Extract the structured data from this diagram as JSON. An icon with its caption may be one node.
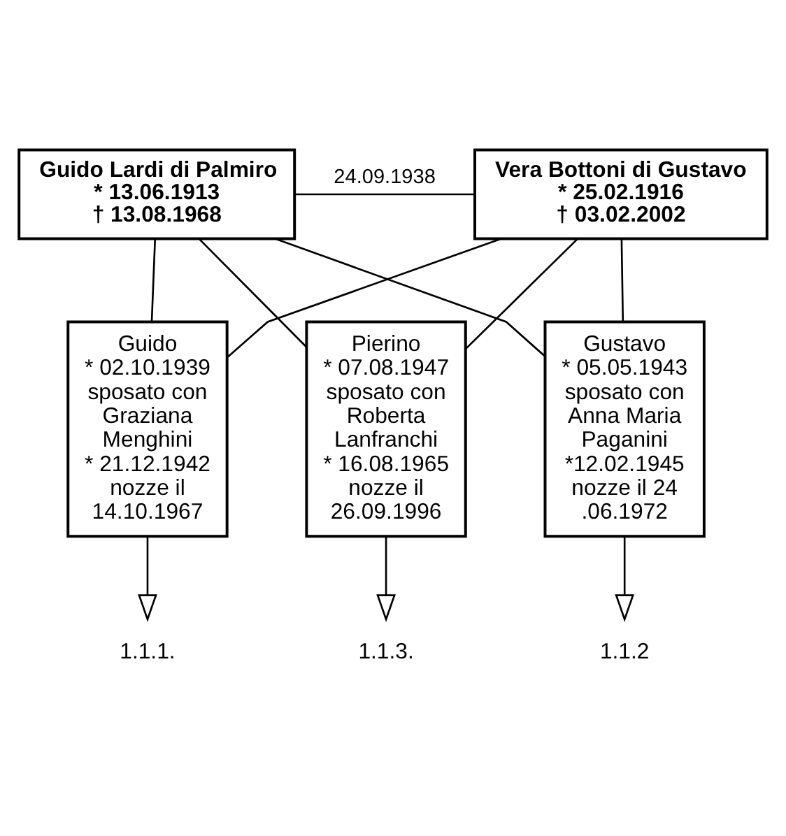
{
  "diagram": {
    "nodes": [
      {
        "text": [
          "Guido Lardi di Palmiro",
          "* 13.06.1913",
          "† 13.08.1968"
        ]
      },
      {
        "text": [
          "Vera Bottoni di Gustavo",
          "* 25.02.1916",
          "† 03.02.2002"
        ]
      },
      {
        "text": [
          "Guido",
          "* 02.10.1939",
          "sposato con Graziana Menghini",
          "* 21.12.1942",
          "nozze il 14.10.1967"
        ]
      },
      {
        "text": [
          "Gustavo",
          "* 05.05.1943",
          "sposato con Anna Maria Paganini",
          "*12.02.1945",
          "nozze il 24 .06.1972"
        ]
      },
      {
        "text": [
          "Pierino",
          "* 07.08.1947",
          "sposato con Roberta Lanfranchi",
          "* 16.08.1965",
          "nozze il 26.09.1996"
        ]
      },
      {
        "text": [
          "1.1.1."
        ]
      },
      {
        "text": [
          "1.1.2"
        ]
      },
      {
        "text": [
          "1.1.3."
        ]
      }
    ],
    "edges": [
      {
        "from": 0,
        "to": 1,
        "arrow": "none",
        "label": "24.09.1938"
      },
      {
        "from": 0,
        "to": 2,
        "arrow": "none"
      },
      {
        "from": 0,
        "to": 3,
        "arrow": "none"
      },
      {
        "from": 0,
        "to": 4,
        "arrow": "none"
      },
      {
        "from": 1,
        "to": 2,
        "arrow": "none"
      },
      {
        "from": 1,
        "to": 3,
        "arrow": "none"
      },
      {
        "from": 1,
        "to": 4,
        "arrow": "none"
      },
      {
        "from": 2,
        "to": 5,
        "arrow": "to"
      },
      {
        "from": 3,
        "to": 6,
        "arrow": "to"
      },
      {
        "from": 4,
        "to": 7,
        "arrow": "to"
      }
    ]
  }
}
